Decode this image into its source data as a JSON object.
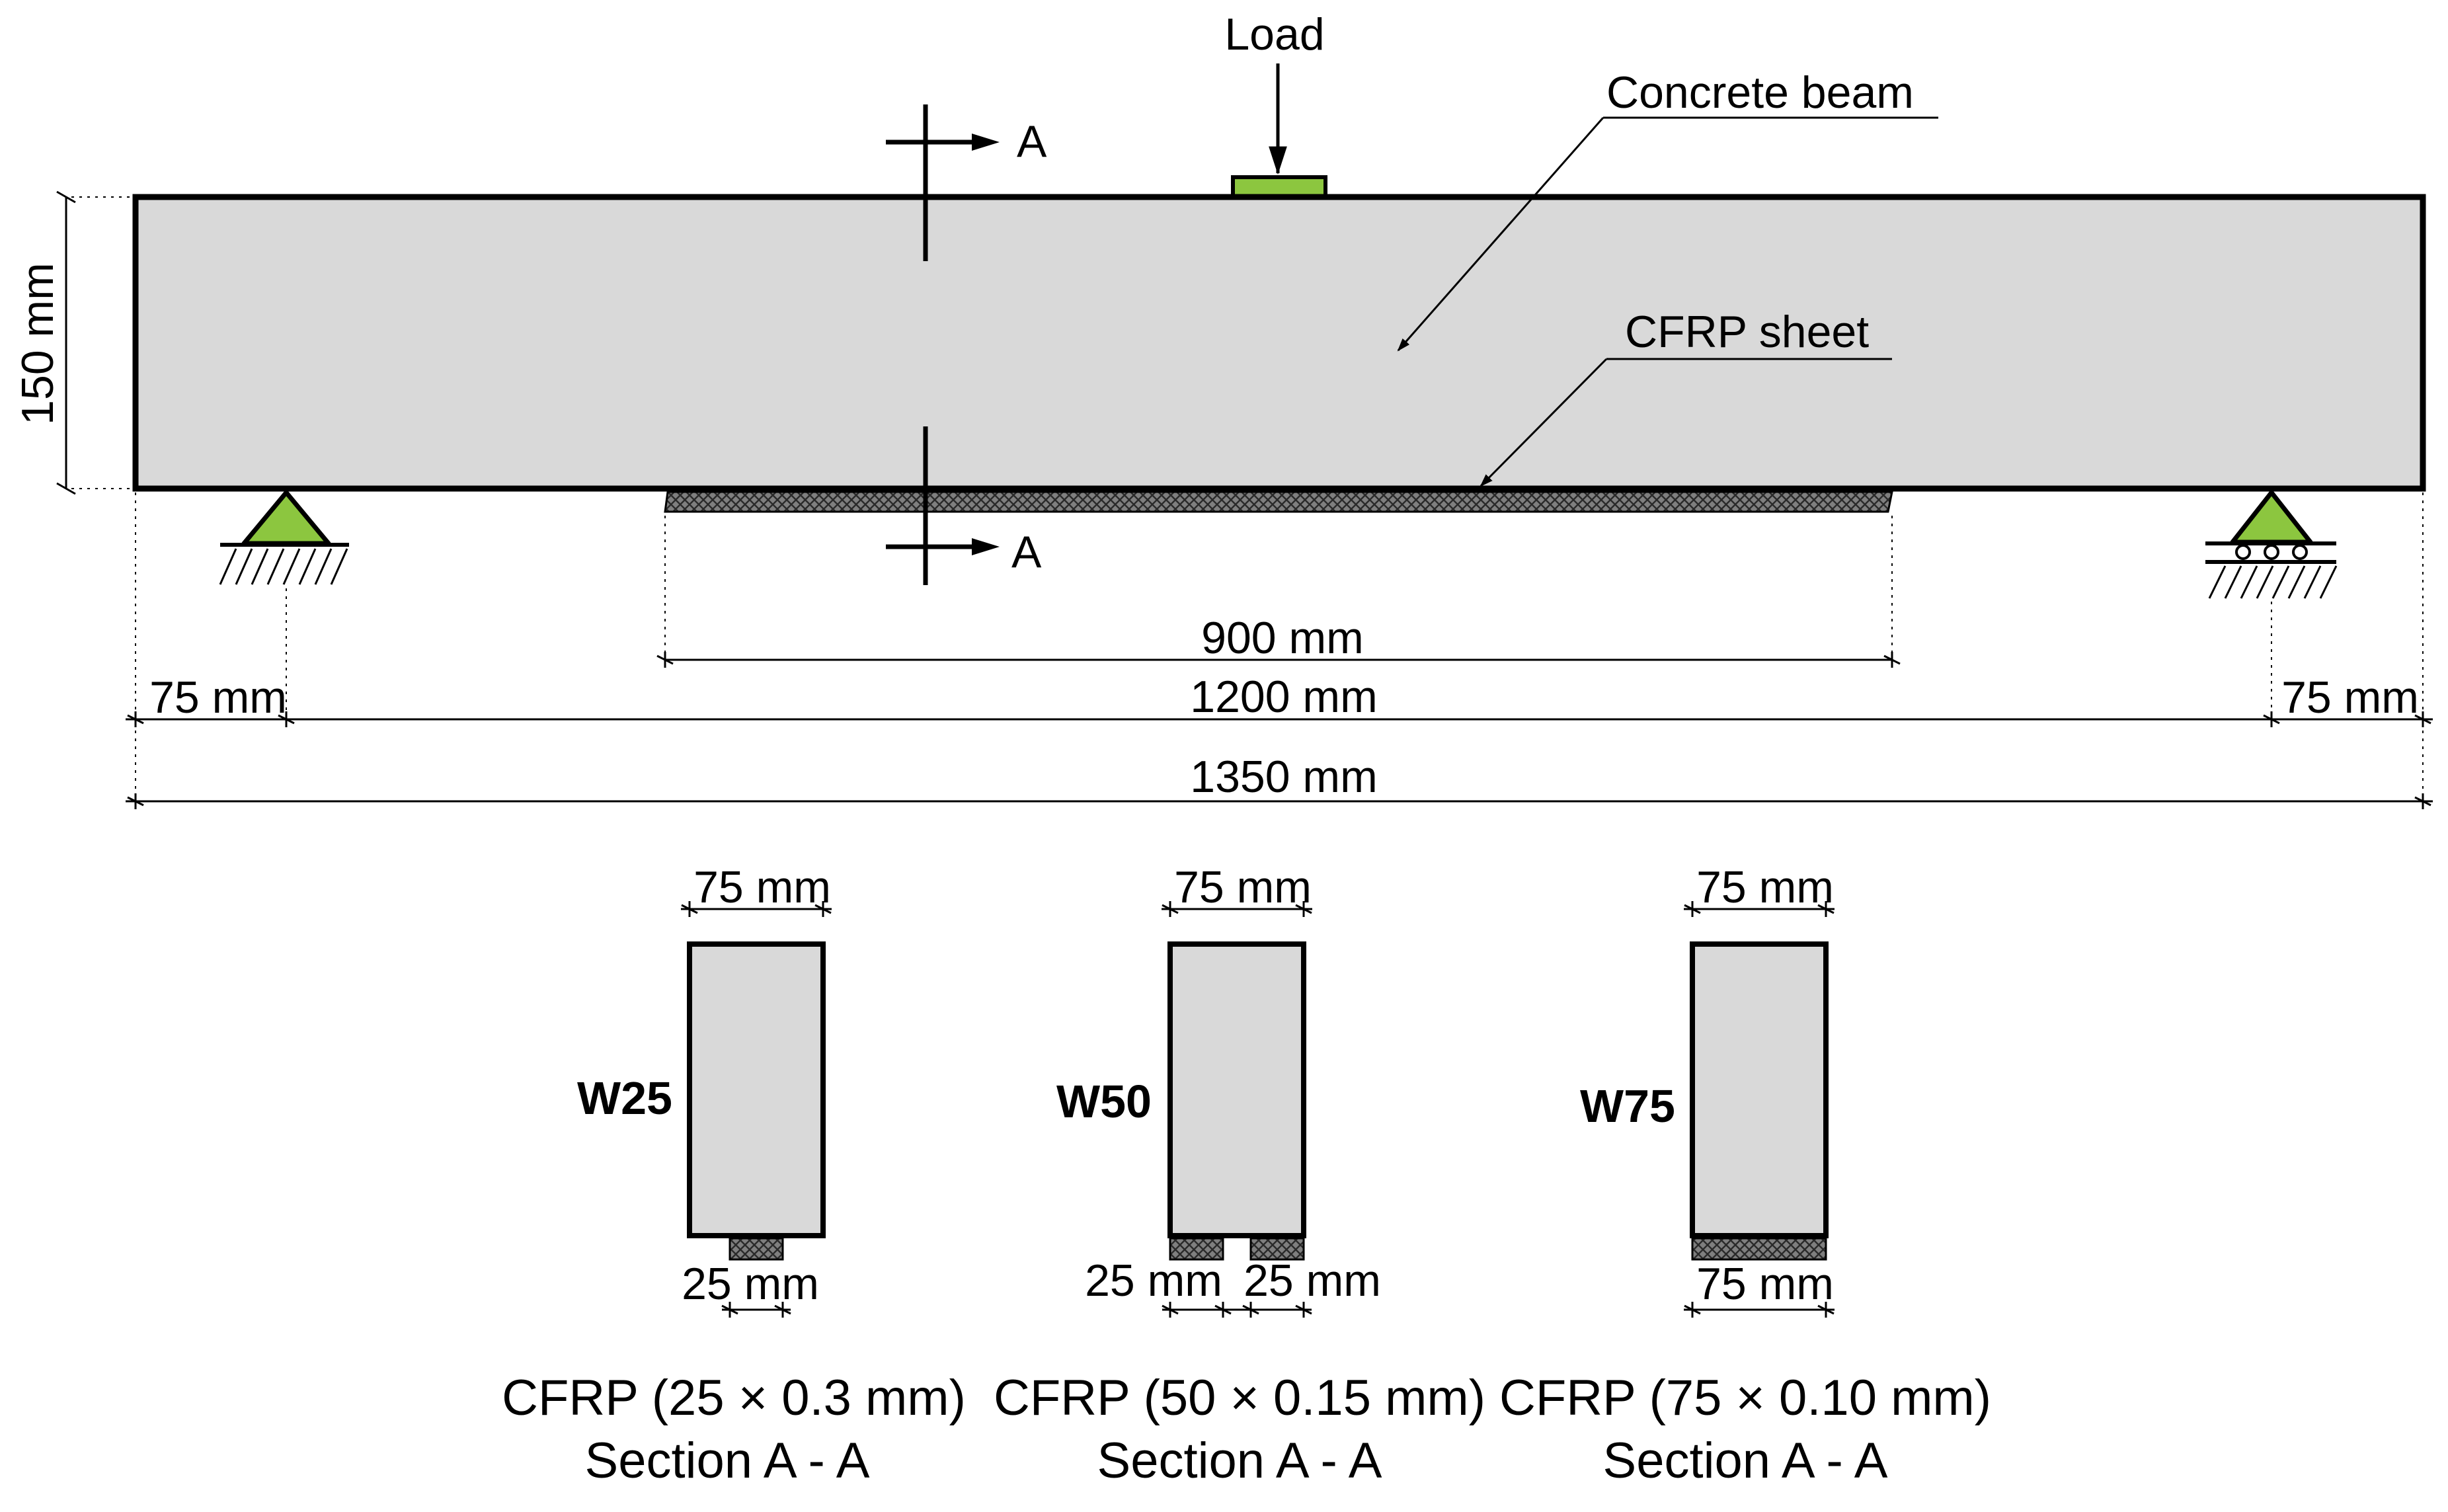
{
  "beam": {
    "load_label": "Load",
    "beam_label": "Concrete beam",
    "cfrp_label": "CFRP sheet",
    "section_mark": "A",
    "height_label": "150 mm",
    "cfrp_length_label": "900 mm",
    "span_label": "1200 mm",
    "left_overhang_label": "75 mm",
    "right_overhang_label": "75 mm",
    "total_length_label": "1350 mm"
  },
  "sections": [
    {
      "id": "W25",
      "width_label": "75 mm",
      "strip_labels": [
        "25 mm"
      ],
      "cfrp_caption": "CFRP (25 × 0.3 mm)",
      "section_caption": "Section  A - A"
    },
    {
      "id": "W50",
      "width_label": "75 mm",
      "strip_labels": [
        "25 mm",
        "25 mm"
      ],
      "cfrp_caption": "CFRP (50 × 0.15 mm)",
      "section_caption": "Section  A - A"
    },
    {
      "id": "W75",
      "width_label": "75 mm",
      "strip_labels": [
        "75 mm"
      ],
      "cfrp_caption": "CFRP (75 × 0.10 mm)",
      "section_caption": "Section  A - A"
    }
  ],
  "colors": {
    "concrete": "#d9d9d9",
    "support": "#8cc63f",
    "cfrp": "#8a8a8a",
    "line": "#000000"
  }
}
